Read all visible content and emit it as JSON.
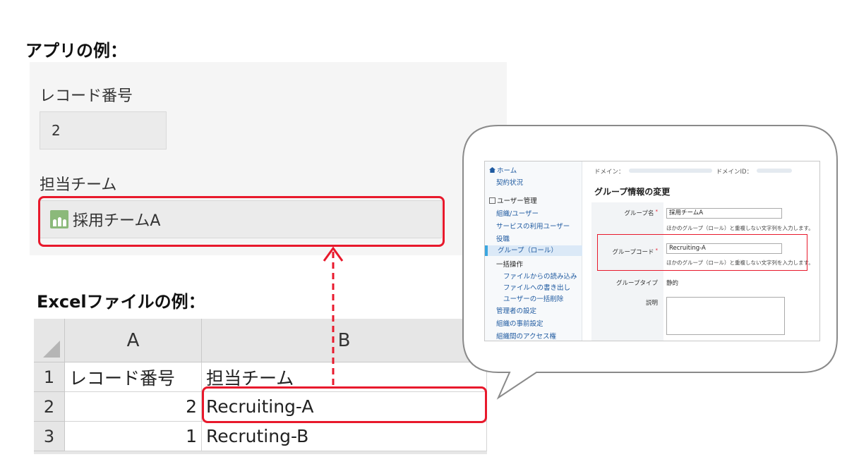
{
  "app_example": {
    "heading": "アプリの例：",
    "record_number_label": "レコード番号",
    "record_number_value": "2",
    "team_label": "担当チーム",
    "team_value": "採用チームA"
  },
  "excel_example": {
    "heading": "Excelファイルの例：",
    "columns": [
      "A",
      "B"
    ],
    "rows": [
      {
        "row": "1",
        "a": "レコード番号",
        "b": "担当チーム"
      },
      {
        "row": "2",
        "a": "2",
        "b": "Recruiting-A"
      },
      {
        "row": "3",
        "a": "1",
        "b": "Recruting-B"
      }
    ]
  },
  "admin_screen": {
    "nav": {
      "home": "ホーム",
      "contract": "契約状況",
      "user_management": "ユーザー管理",
      "org_users": "組織/ユーザー",
      "service_users": "サービスの利用ユーザー",
      "roles": "役職",
      "groups": "グループ（ロール）",
      "bulk_ops": "一括操作",
      "import": "ファイルからの読み込み",
      "export": "ファイルへの書き出し",
      "bulk_delete": "ユーザーの一括削除",
      "admin_settings": "管理者の設定",
      "org_presets": "組織の事前設定",
      "org_access": "組織間のアクセス権"
    },
    "domain_label": "ドメイン：",
    "domain_id_label": "ドメインID：",
    "page_title": "グループ情報の変更",
    "fields": {
      "group_name_label": "グループ名",
      "group_name_value": "採用チームA",
      "group_name_hint": "ほかのグループ（ロール）と重複しない文字列を入力します。",
      "group_code_label": "グループコード",
      "group_code_value": "Recruiting-A",
      "group_code_hint": "ほかのグループ（ロール）と重複しない文字列を入力します。",
      "group_type_label": "グループタイプ",
      "group_type_value": "静的",
      "description_label": "説明"
    },
    "required_mark": "*"
  },
  "colors": {
    "highlight": "#e8192c",
    "nav_link": "#1f5aa0",
    "active_bar": "#3ba7e0"
  }
}
